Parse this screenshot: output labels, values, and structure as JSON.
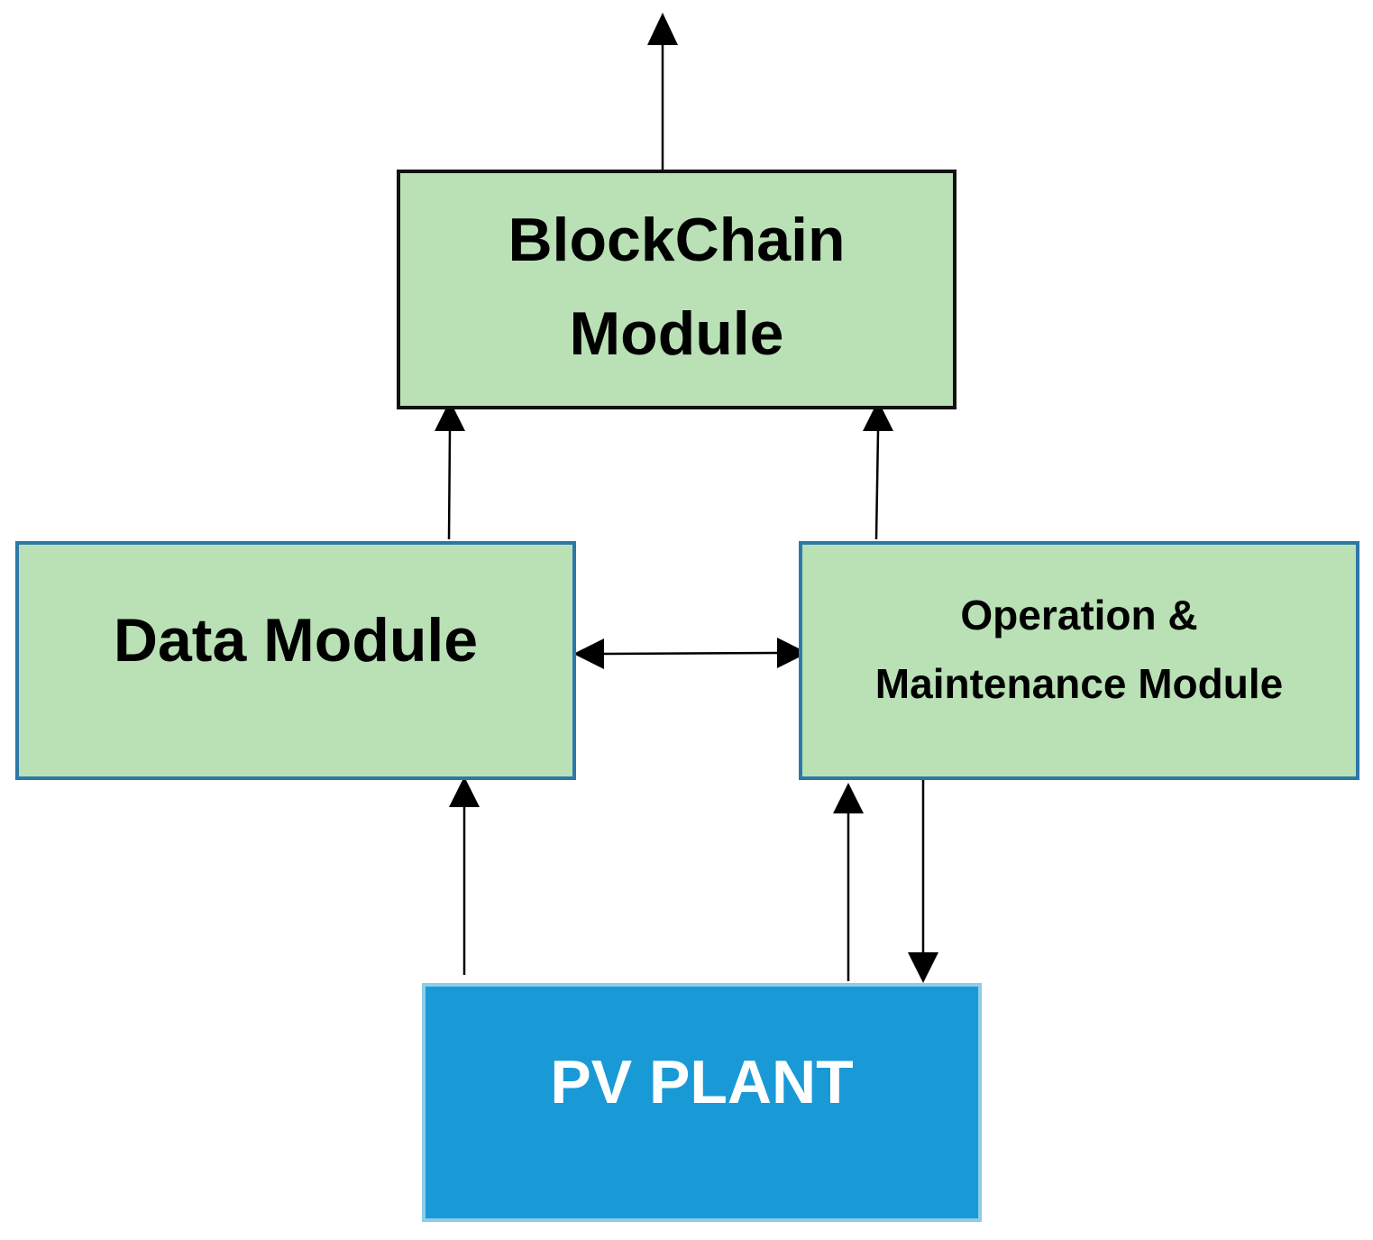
{
  "diagram": {
    "nodes": {
      "blockchain": {
        "lines": [
          "BlockChain",
          "Module"
        ],
        "fill": "#b9e1b5",
        "border": "#111111"
      },
      "data": {
        "lines": [
          "Data Module"
        ],
        "fill": "#b9e1b5",
        "border": "#2e78a8"
      },
      "om": {
        "lines": [
          "Operation &",
          "Maintenance Module"
        ],
        "fill": "#b9e1b5",
        "border": "#2e78a8"
      },
      "pv": {
        "lines": [
          "PV PLANT"
        ],
        "fill": "#199ad6",
        "border": "#8ccde9",
        "text_color": "#ffffff"
      }
    },
    "edges": [
      {
        "from": "blockchain",
        "to": "output",
        "type": "directed"
      },
      {
        "from": "data",
        "to": "blockchain",
        "type": "directed"
      },
      {
        "from": "om",
        "to": "blockchain",
        "type": "directed"
      },
      {
        "from": "data",
        "to": "om",
        "type": "bidirectional"
      },
      {
        "from": "pv",
        "to": "data",
        "type": "directed"
      },
      {
        "from": "pv",
        "to": "om",
        "type": "directed"
      },
      {
        "from": "om",
        "to": "pv",
        "type": "directed"
      }
    ]
  }
}
